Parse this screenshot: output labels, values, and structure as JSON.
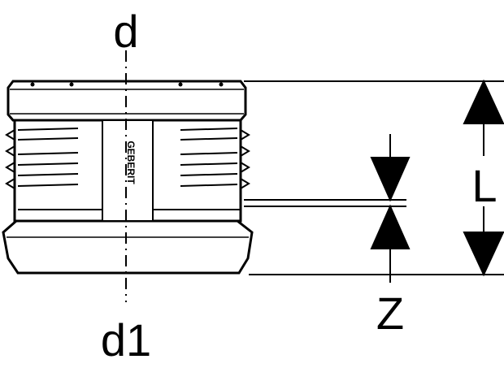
{
  "labels": {
    "top_diameter": "d",
    "bottom_diameter": "d1",
    "length": "L",
    "offset": "Z"
  },
  "logo": {
    "text": "GEBERIT"
  },
  "colors": {
    "line": "#000000",
    "background": "#ffffff"
  }
}
